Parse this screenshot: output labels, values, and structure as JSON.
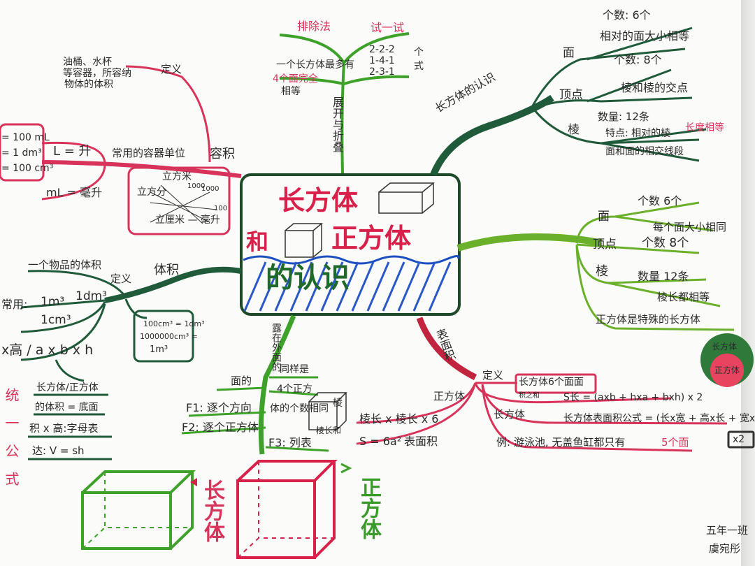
{
  "title": {
    "line1": "长方体",
    "and": "和",
    "line2": "正方体",
    "line3": "的认识"
  },
  "top": {
    "method1": "排除法",
    "method2": "试一试",
    "left_note": "一个长方体最多有",
    "left_note2": "4个面完全",
    "left_note3": "相等",
    "right_note1": "2-2-2",
    "right_note2": "1-4-1",
    "right_note3": "2-3-1",
    "right_tag1": "个",
    "right_tag2": "式",
    "stem": "展开与折叠"
  },
  "volume": {
    "definition_label": "定义",
    "definition_text1": "油桶、水杯",
    "definition_text2": "等容器，所容纳",
    "definition_text3": "物体的体积",
    "capacity_label": "容积",
    "unit_label": "常用的容器单位",
    "liter": "L = 升",
    "ml": "mL = 毫升",
    "conv1": "= 100 mL",
    "conv2": "= 1 dm³",
    "conv3": "= 100 cm³",
    "box_top": "立方米",
    "box_left": "立方分",
    "box_bottom": "立厘米 — 毫升",
    "box_1000a": "1000",
    "box_1000b": "1000",
    "box_100": "100",
    "vol_label": "体积",
    "vol_def_label": "定义",
    "vol_def_text": "一个物品的体积",
    "common": "常用:",
    "u1": "1m³",
    "u2": "1dm³",
    "u3": "1cm³",
    "formula": "x高 / a x b x h",
    "conv_box1": "100cm³ = 1dm³",
    "conv_box2": "1000000cm³ =",
    "conv_box3": "1m³",
    "unify": "统一公式",
    "unify1": "长方体/正方体",
    "unify2": "的体积 = 底面",
    "unify3": "积 x 高:字母表",
    "unify4": "达: V = sh"
  },
  "cuboid_right": {
    "branch": "长方体的认识",
    "face": "面",
    "face_count": "个数: 6个",
    "face_rule": "相对的面大小相等",
    "vertex": "顶点",
    "vertex_count": "个数: 8个",
    "vertex_rule": "棱和棱的交点",
    "edge": "棱",
    "edge_count": "数量: 12条",
    "edge_rule1": "特点: 相对的棱",
    "edge_rule1b": "长度相等",
    "edge_rule2": "面和面的相交线段"
  },
  "cube_right": {
    "face": "面",
    "face_count": "个数 6个",
    "face_rule": "每个面大小相同",
    "vertex": "顶点",
    "vertex_count": "个数 8个",
    "edge": "棱",
    "edge_count": "数量 12条",
    "edge_rule": "棱长都相等",
    "special": "正方体是特殊的长方体",
    "venn_outer": "长方体",
    "venn_inner": "正方体"
  },
  "bottom": {
    "exposed": "露在外面的",
    "surface": "表面积",
    "def": "定义",
    "def_box": "长方体6个面面",
    "def_sub": "积之和",
    "cube": "正方体",
    "cuboid": "长方体",
    "s_formula": "S长 = (axb + hxa + bxh) x 2",
    "area_formula": "长方体表面积公式 = (长x宽 + 高x长 + 宽x高)",
    "x2": "x2",
    "example": "例: 游泳池, 无盖鱼缸都只有",
    "example_red": "5个面",
    "edge_formula": "棱长 x 棱长 x 6",
    "s6a": "S = 6a²",
    "surf_label": "表面积",
    "face_label": "面的",
    "same": "同样是",
    "four": "4个正方",
    "f1": "F1: 逐个方向",
    "f2": "F2: 逐个正方体",
    "body": "体的个数相同",
    "f3": "F3: 列表",
    "cube_side1": "棱",
    "cube_side2": "棱长和",
    "big_cuboid": "长方体",
    "big_cube": "正方体"
  },
  "signature": {
    "line1": "五年一班",
    "line2": "虞宛彤"
  }
}
